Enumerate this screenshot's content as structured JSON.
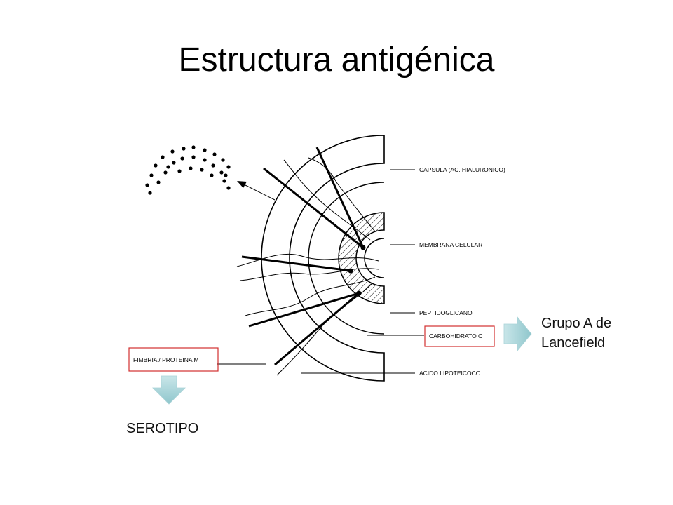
{
  "title": "Estructura antigénica",
  "labels": {
    "capsula": "CAPSULA (AC. HIALURONICO)",
    "membrana": "MEMBRANA CELULAR",
    "peptidoglicano": "PEPTIDOGLICANO",
    "carbohidrato": "CARBOHIDRATO C",
    "acido": "ACIDO LIPOTEICOCO",
    "fimbria": "FIMBRIA / PROTEINA M"
  },
  "right_note": {
    "line1": "Grupo A de",
    "line2": "Lancefield"
  },
  "bottom_note": "SEROTIPO",
  "colors": {
    "highlight_box": "#d32f2f",
    "arrow_fill": "#8fc6cc",
    "arrow_light": "#c9e6e9"
  }
}
